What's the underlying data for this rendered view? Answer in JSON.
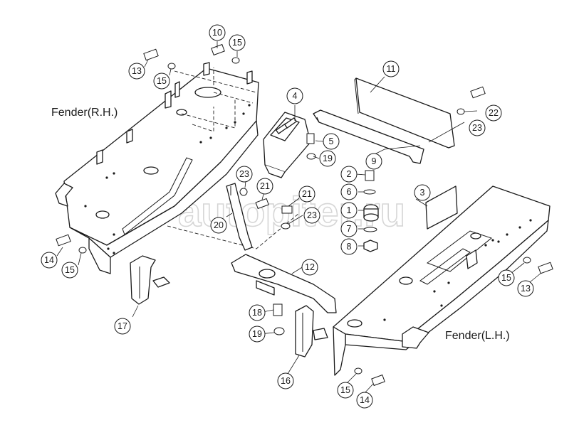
{
  "diagram": {
    "labels": {
      "fender_rh": "Fender(R.H.)",
      "fender_lh": "Fender(L.H.)"
    },
    "callouts": [
      "10",
      "15",
      "13",
      "15",
      "4",
      "11",
      "22",
      "23",
      "5",
      "19",
      "9",
      "2",
      "23",
      "21",
      "21",
      "6",
      "1",
      "23",
      "3",
      "20",
      "7",
      "8",
      "14",
      "15",
      "12",
      "15",
      "13",
      "17",
      "18",
      "19",
      "16",
      "15",
      "14"
    ],
    "watermark": "autopiter.ru",
    "colors": {
      "line": "#1a1a1a",
      "background": "#ffffff",
      "watermark": "#d6d6d6"
    }
  }
}
